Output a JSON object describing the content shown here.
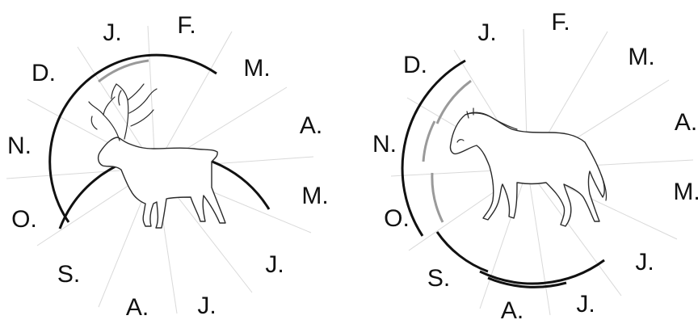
{
  "wheels": [
    {
      "id": "caribou",
      "animal_icon": "caribou-icon",
      "months": [
        "J.",
        "F.",
        "M.",
        "A.",
        "M.",
        "J.",
        "J.",
        "A.",
        "S.",
        "O.",
        "N.",
        "D."
      ]
    },
    {
      "id": "horse",
      "animal_icon": "horse-icon",
      "months": [
        "J.",
        "F.",
        "M.",
        "A.",
        "M.",
        "J.",
        "J.",
        "A.",
        "S.",
        "O.",
        "N.",
        "D."
      ]
    }
  ],
  "colors": {
    "arc_dark": "#111111",
    "arc_grey": "#9a9a9a",
    "spoke": "#d9d9d9"
  }
}
